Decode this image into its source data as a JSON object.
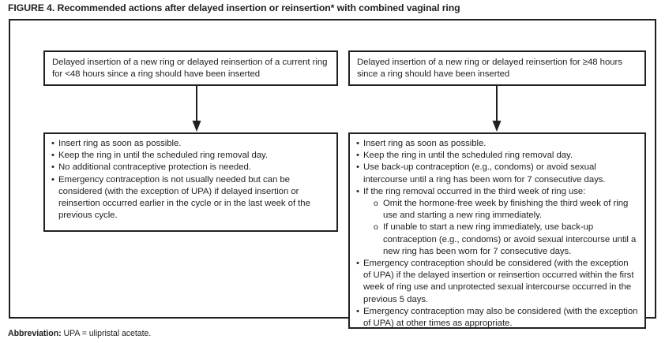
{
  "figure": {
    "title": "FIGURE 4. Recommended actions after delayed insertion or reinsertion* with combined vaginal ring",
    "footnote_lead": "Abbreviation:",
    "footnote_text": " UPA = ulipristal acetate.",
    "border_color": "#231f20",
    "text_color": "#231f20",
    "background_color": "#ffffff"
  },
  "branches": {
    "left": {
      "condition": "Delayed insertion of a new ring or delayed reinsertion of a current ring for <48 hours since a ring should have been inserted",
      "arrow_name": "down-arrow-icon",
      "actions": [
        {
          "marker": "•",
          "text": "Insert ring as soon as possible.",
          "sub": []
        },
        {
          "marker": "•",
          "text": "Keep the ring in until the scheduled ring removal day.",
          "sub": []
        },
        {
          "marker": "•",
          "text": "No additional contraceptive protection is needed.",
          "sub": []
        },
        {
          "marker": "•",
          "text": "Emergency contraception is not usually needed but can be considered (with the exception of UPA) if delayed insertion or reinsertion occurred earlier in the cycle or in the last week of the previous cycle.",
          "sub": []
        }
      ]
    },
    "right": {
      "condition": "Delayed insertion of a new ring or delayed reinsertion for ≥48 hours since a ring should have been inserted",
      "arrow_name": "down-arrow-icon",
      "actions": [
        {
          "marker": "•",
          "text": "Insert ring as soon as possible.",
          "sub": []
        },
        {
          "marker": "•",
          "text": "Keep the ring in until the scheduled ring removal day.",
          "sub": []
        },
        {
          "marker": "•",
          "text": "Use back-up contraception (e.g., condoms) or avoid sexual intercourse until a ring has been worn for 7 consecutive days.",
          "sub": []
        },
        {
          "marker": "•",
          "text": "If the ring removal occurred in the third week of ring use:",
          "sub": [
            {
              "marker": "o",
              "text": "Omit the hormone-free week by finishing the third week of ring use and starting a new ring immediately."
            },
            {
              "marker": "o",
              "text": "If unable to start a new ring immediately, use back-up contraception (e.g., condoms) or avoid sexual intercourse until a new ring has been worn for 7 consecutive days."
            }
          ]
        },
        {
          "marker": "•",
          "text": "Emergency contraception should be considered (with the exception of UPA) if the delayed insertion or reinsertion occurred within the first week of ring use and unprotected sexual intercourse occurred in the previous 5 days.",
          "sub": []
        },
        {
          "marker": "•",
          "text": "Emergency contraception may also be considered (with the exception of UPA) at other times as appropriate.",
          "sub": []
        }
      ]
    }
  }
}
